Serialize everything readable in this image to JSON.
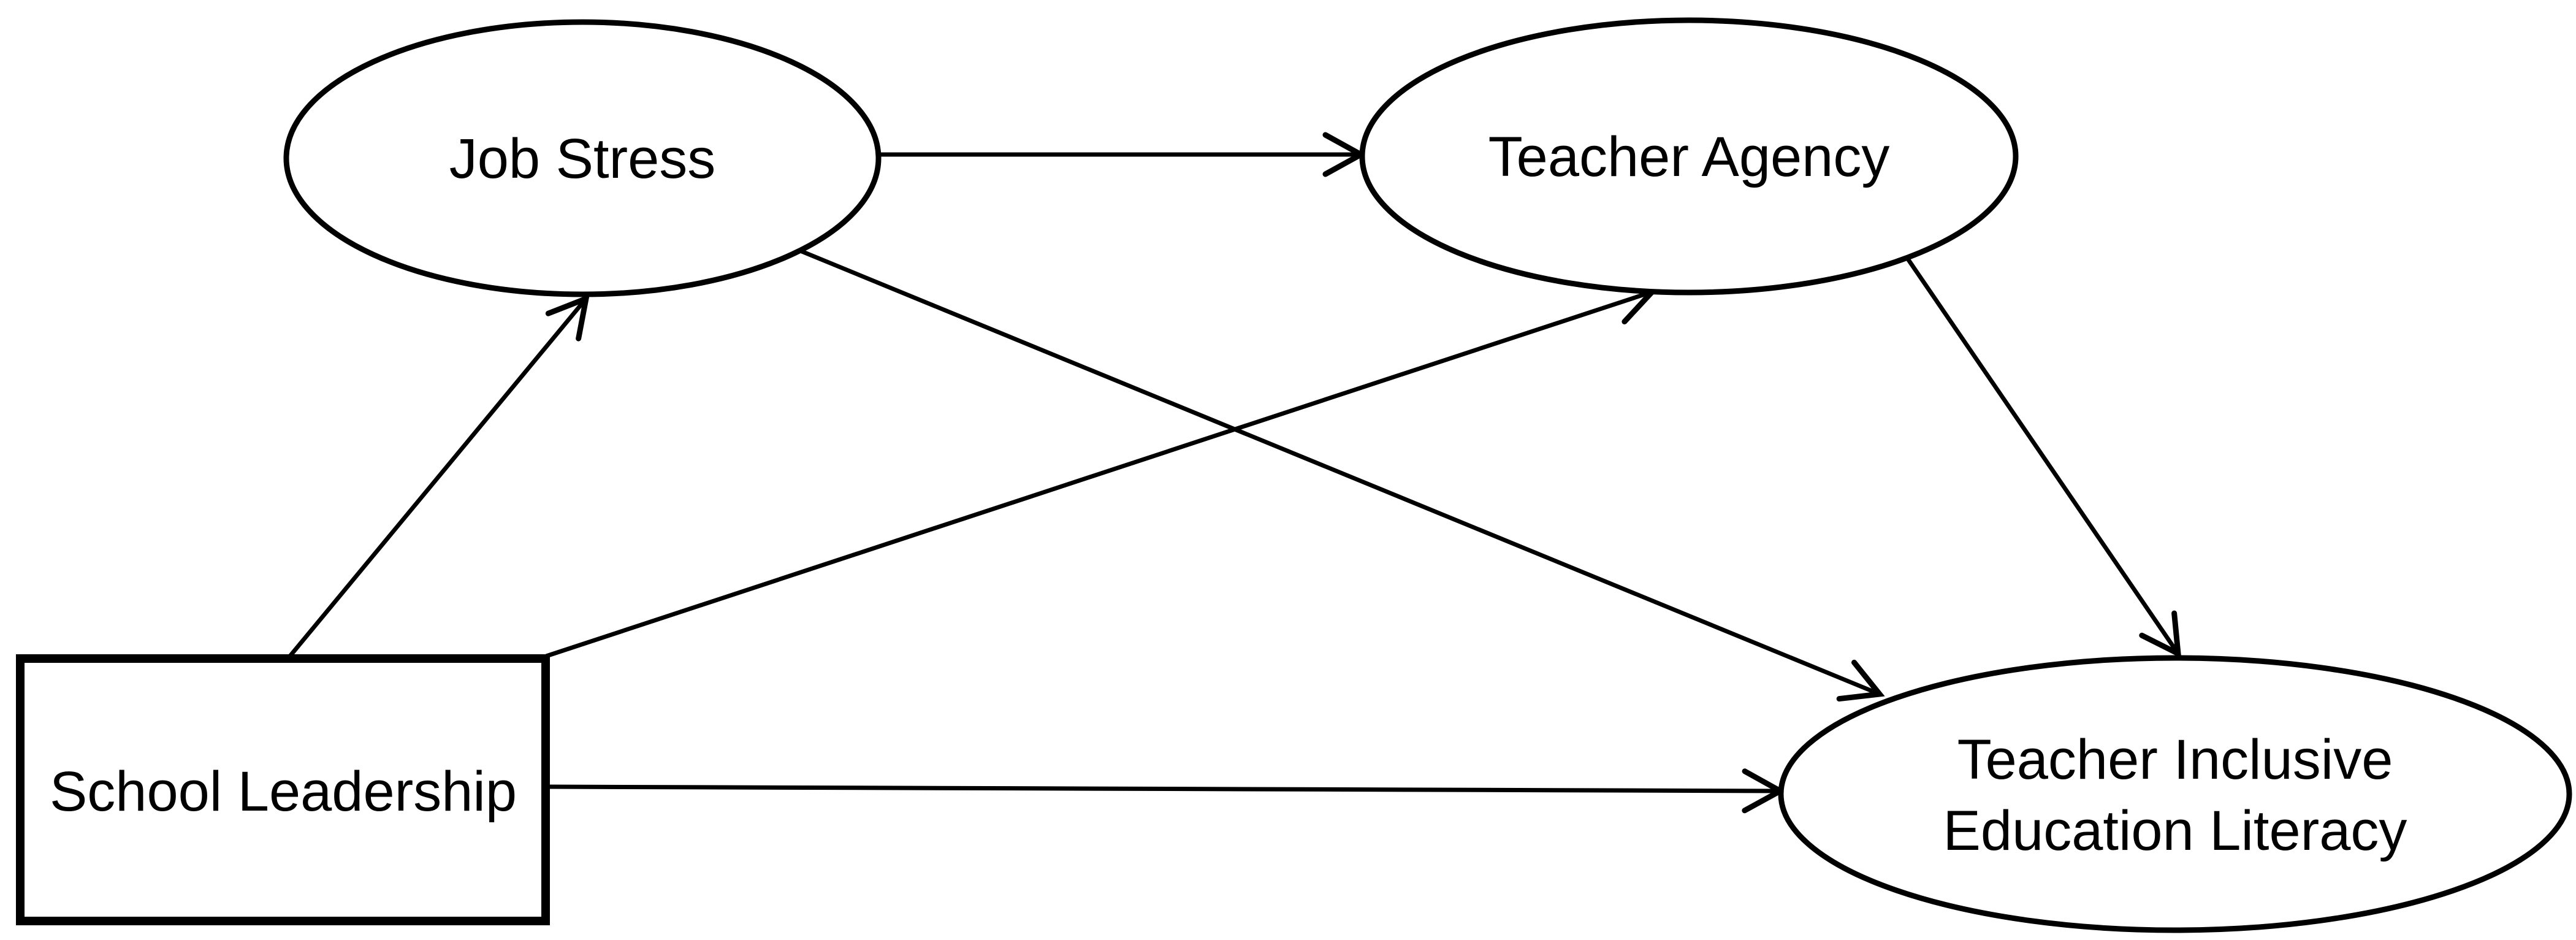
{
  "diagram": {
    "type": "path-model",
    "background_color": "#ffffff",
    "stroke_color": "#000000",
    "text_color": "#000000",
    "nodes": {
      "job_stress": {
        "label": "Job Stress",
        "shape": "ellipse"
      },
      "teacher_agency": {
        "label": "Teacher Agency",
        "shape": "ellipse"
      },
      "school_leadership": {
        "label": "School Leadership",
        "shape": "rectangle"
      },
      "teacher_inclusive_education_literacy": {
        "label_line1": "Teacher Inclusive",
        "label_line2": "Education Literacy",
        "shape": "ellipse"
      }
    },
    "edges": [
      {
        "from": "School Leadership",
        "to": "Job Stress",
        "style": "arrow"
      },
      {
        "from": "School Leadership",
        "to": "Teacher Agency",
        "style": "arrow"
      },
      {
        "from": "School Leadership",
        "to": "Teacher Inclusive Education Literacy",
        "style": "arrow"
      },
      {
        "from": "Job Stress",
        "to": "Teacher Agency",
        "style": "arrow"
      },
      {
        "from": "Job Stress",
        "to": "Teacher Inclusive Education Literacy",
        "style": "arrow"
      },
      {
        "from": "Teacher Agency",
        "to": "Teacher Inclusive Education Literacy",
        "style": "arrow"
      }
    ]
  }
}
